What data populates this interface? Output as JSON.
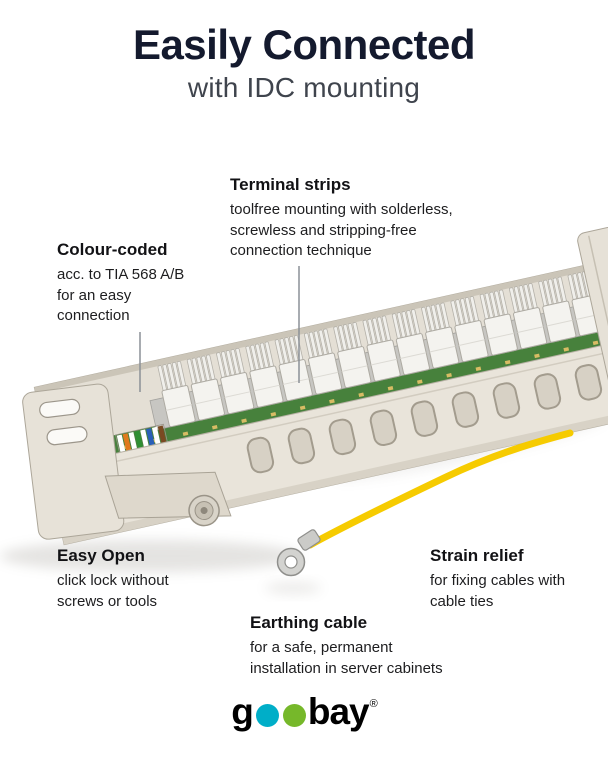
{
  "header": {
    "title": "Easily Connected",
    "subtitle": "with IDC mounting"
  },
  "callouts": {
    "terminal_strips": {
      "heading": "Terminal strips",
      "body": "toolfree mounting with solderless,\nscrewless and stripping-free\nconnection technique"
    },
    "colour_coded": {
      "heading": "Colour-coded",
      "body": "acc. to TIA 568 A/B\nfor an easy\nconnection"
    },
    "easy_open": {
      "heading": "Easy Open",
      "body": "click lock without\nscrews or tools"
    },
    "earthing_cable": {
      "heading": "Earthing cable",
      "body": "for a safe, permanent\ninstallation in server cabinets"
    },
    "strain_relief": {
      "heading": "Strain relief",
      "body": "for fixing cables with\ncable ties"
    }
  },
  "logo": {
    "g": "g",
    "bay": "bay",
    "reg": "®"
  },
  "colors": {
    "title_color": "#141a2e",
    "subtitle_color": "#3f444d",
    "text_color": "#1d1d1f",
    "line_gray": "#8b9097",
    "cable_yellow": "#f6cb00",
    "logo_teal": "#00aec8",
    "logo_green": "#76b82a",
    "panel_beige": "#e7e2d8",
    "pcb_green": "#47813c"
  }
}
